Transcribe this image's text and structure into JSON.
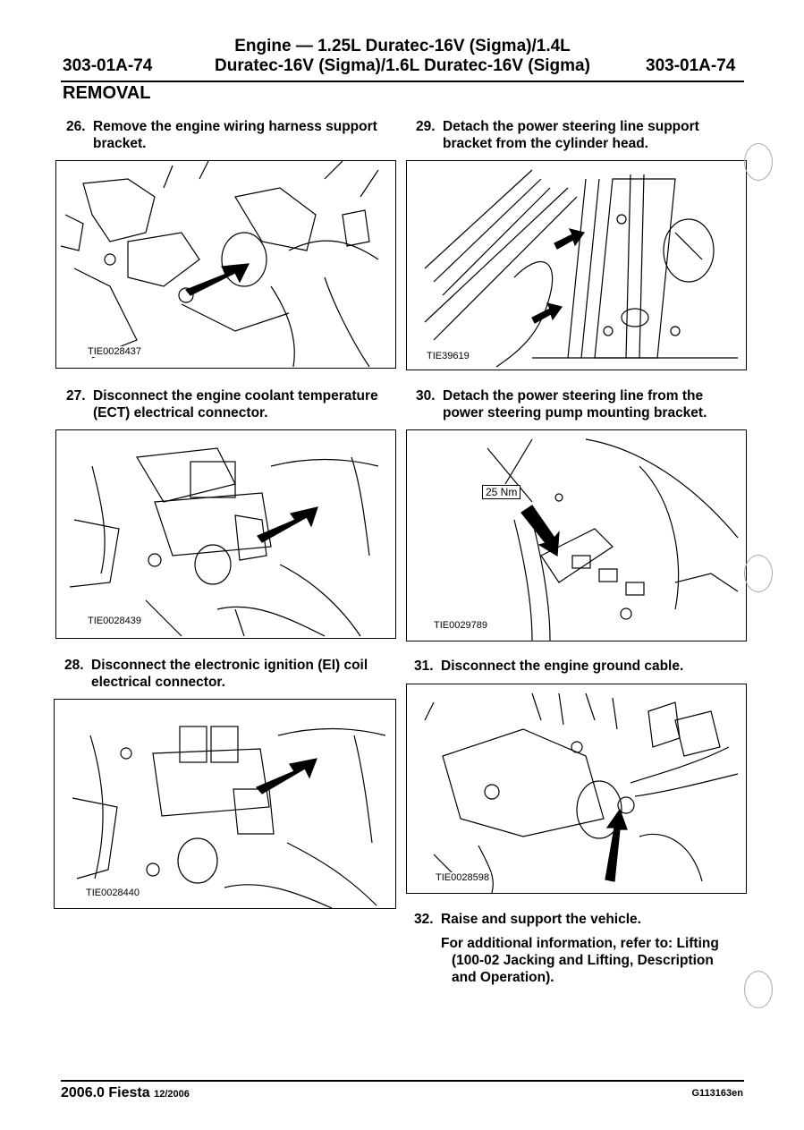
{
  "header": {
    "page_left": "303-01A-74",
    "page_right": "303-01A-74",
    "title_line1": "Engine — 1.25L Duratec-16V (Sigma)/1.4L",
    "title_line2": "Duratec-16V (Sigma)/1.6L Duratec-16V (Sigma)"
  },
  "section": "REMOVAL",
  "steps": [
    {
      "num": "26.",
      "line1": "Remove the engine wiring harness support",
      "line2": "bracket.",
      "figure_id": "TIE0028437"
    },
    {
      "num": "27.",
      "line1": "Disconnect the engine coolant temperature",
      "line2": "(ECT) electrical connector.",
      "figure_id": "TIE0028439"
    },
    {
      "num": "28.",
      "line1": "Disconnect the electronic ignition (EI) coil",
      "line2": "electrical connector.",
      "figure_id": "TIE0028440"
    },
    {
      "num": "29.",
      "line1": "Detach the power steering line support",
      "line2": "bracket from the cylinder head.",
      "figure_id": "TIE39619"
    },
    {
      "num": "30.",
      "line1": "Detach the power steering line from the",
      "line2": "power steering pump mounting bracket.",
      "figure_id": "TIE0029789",
      "torque": "25 Nm"
    },
    {
      "num": "31.",
      "line1": "Disconnect the engine ground cable.",
      "line2": "",
      "figure_id": "TIE0028598"
    },
    {
      "num": "32.",
      "line1": "Raise and support the vehicle.",
      "line2": ""
    }
  ],
  "note": {
    "line1": "For additional information, refer to: Lifting",
    "line2": "(100-02 Jacking and Lifting, Description",
    "line3": "and Operation)."
  },
  "footer": {
    "model": "2006.0 Fiesta",
    "date": "12/2006",
    "code": "G113163en"
  }
}
